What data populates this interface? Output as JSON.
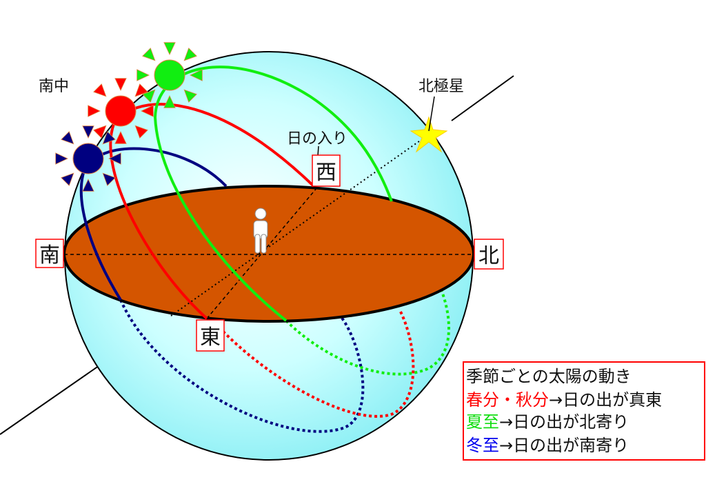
{
  "labels": {
    "culmination": "南中",
    "polaris": "北極星",
    "sunset": "日の入り",
    "south": "南",
    "north": "北",
    "east": "東",
    "west": "西"
  },
  "legend": {
    "title": "季節ごとの太陽の動き",
    "rows": [
      {
        "season": "春分・秋分",
        "arrow": "→",
        "text": "日の出が真東",
        "color": "#ff0000"
      },
      {
        "season": "夏至",
        "arrow": "→",
        "text": "日の出が北寄り",
        "color": "#00ee00"
      },
      {
        "season": "冬至",
        "arrow": "→",
        "text": "日の出が南寄り",
        "color": "#0000ee"
      }
    ]
  },
  "colors": {
    "sphere": "#aaffff",
    "horizon": "#d45500",
    "equinox": "#ff0000",
    "summer": "#11ee11",
    "winter": "#000080",
    "star": "#ffff00",
    "box": "#ff0000"
  }
}
